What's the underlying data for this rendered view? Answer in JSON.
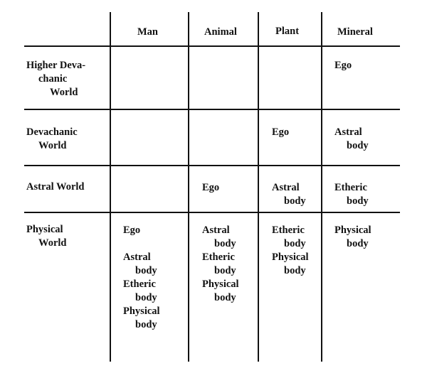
{
  "columns": [
    "Man",
    "Animal",
    "Plant",
    "Mineral"
  ],
  "rows": [
    {
      "label": [
        "Higher Deva-",
        "chanic",
        "World"
      ],
      "cells": [
        [],
        [],
        [],
        [
          "Ego"
        ]
      ]
    },
    {
      "label": [
        "Devachanic",
        "World"
      ],
      "cells": [
        [],
        [],
        [
          "Ego"
        ],
        [
          "Astral",
          "body"
        ]
      ]
    },
    {
      "label": [
        "Astral World"
      ],
      "cells": [
        [],
        [
          "Ego"
        ],
        [
          "Astral",
          "body"
        ],
        [
          "Etheric",
          "body"
        ]
      ]
    },
    {
      "label": [
        "Physical",
        "World"
      ],
      "cells": [
        [
          "Ego",
          "",
          "Astral",
          "body",
          "Etheric",
          "body",
          "Physical",
          "body"
        ],
        [
          "Astral",
          "body",
          "Etheric",
          "body",
          "Physical",
          "body"
        ],
        [
          "Etheric",
          "body",
          "Physical",
          "body"
        ],
        [
          "Physical",
          "body"
        ]
      ]
    }
  ]
}
